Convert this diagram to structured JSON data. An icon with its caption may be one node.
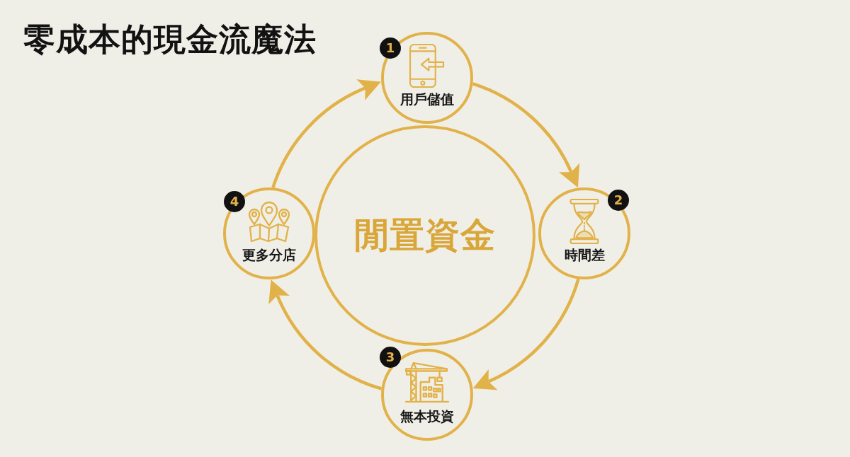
{
  "diagram": {
    "title": "零成本的現金流魔法",
    "nodes": [
      {
        "text": [
          "1",
          "用戶儲值"
        ]
      },
      {
        "text": [
          "2",
          "時間差"
        ]
      },
      {
        "text": [
          "3",
          "無本投資"
        ]
      },
      {
        "text": [
          "4",
          "更多分店"
        ]
      },
      {
        "text": [
          "閒置資金"
        ]
      }
    ],
    "edges": [
      {
        "from": 0,
        "to": 1,
        "arrow": "to"
      },
      {
        "from": 1,
        "to": 2,
        "arrow": "to"
      },
      {
        "from": 2,
        "to": 3,
        "arrow": "to"
      },
      {
        "from": 3,
        "to": 0,
        "arrow": "to"
      }
    ]
  }
}
